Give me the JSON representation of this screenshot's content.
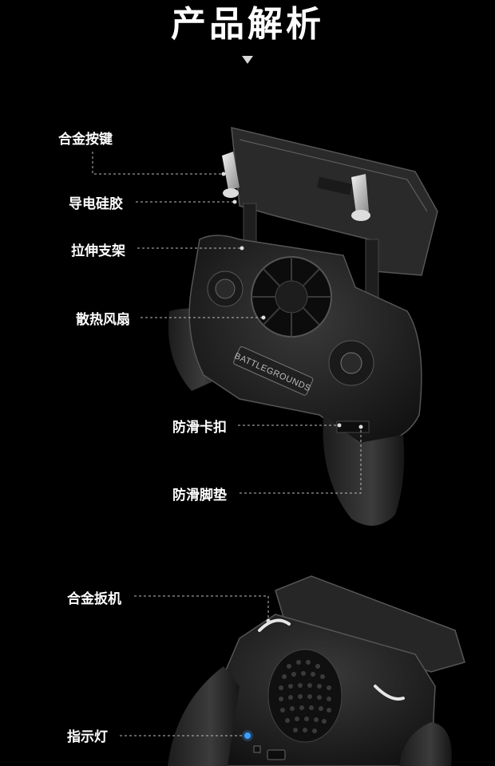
{
  "title": "产品解析",
  "labels": {
    "alloy_button": "合金按键",
    "conductive_silicone": "导电硅胶",
    "stretch_bracket": "拉伸支架",
    "cooling_fan": "散热风扇",
    "anti_slip_clip": "防滑卡扣",
    "anti_slip_pad": "防滑脚垫",
    "alloy_trigger": "合金扳机",
    "indicator_light": "指示灯"
  },
  "product": {
    "logo_text": "BATTLEGROUNDS"
  },
  "icons": {
    "title_arrow": "triangle-down-icon"
  },
  "colors": {
    "background": "#000000",
    "text": "#ffffff",
    "leader_line": "#bbbbbb",
    "indicator_led": "#3aa0ff"
  }
}
